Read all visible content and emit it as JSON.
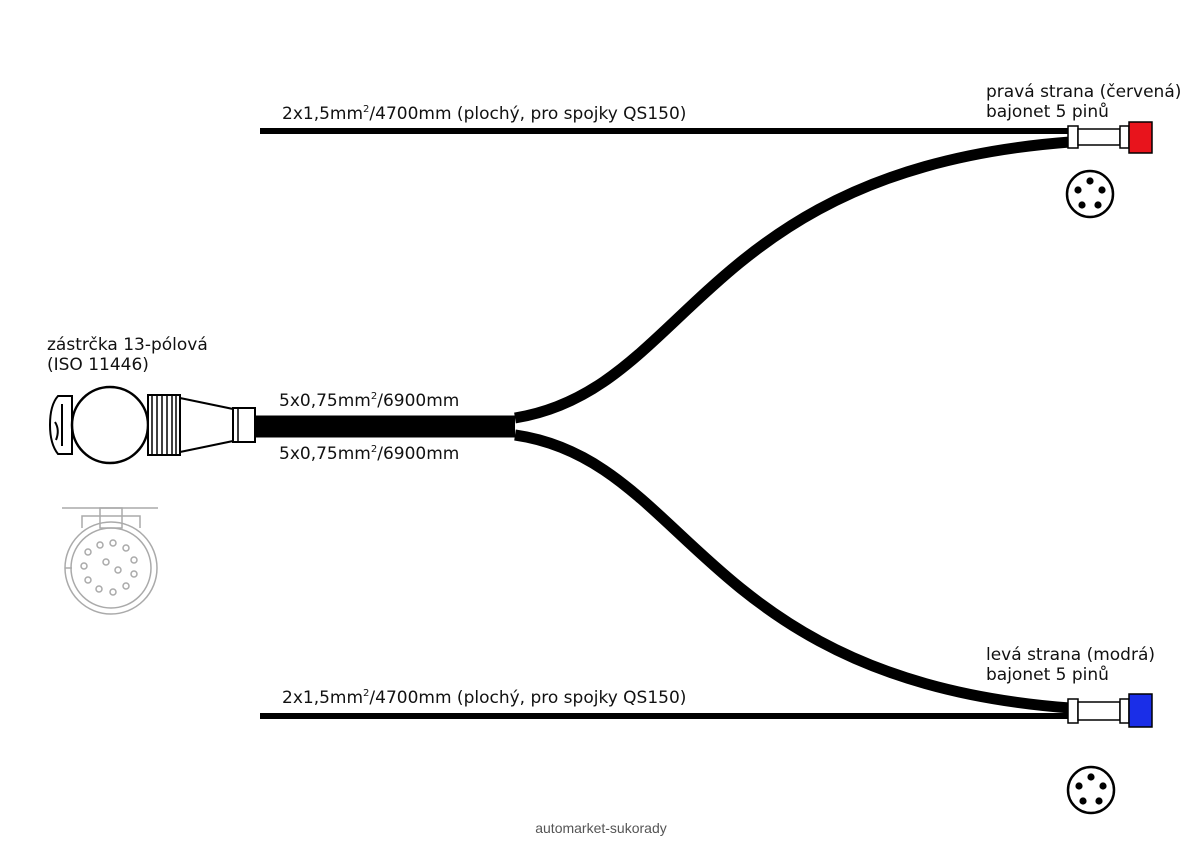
{
  "labels": {
    "cable_top": {
      "pre": "2x1,5mm",
      "sup": "2",
      "post": "/4700mm (plochý, pro spojky QS150)"
    },
    "cable_bottom": {
      "pre": "2x1,5mm",
      "sup": "2",
      "post": "/4700mm (plochý, pro spojky QS150)"
    },
    "trunk_upper": {
      "pre": "5x0,75mm",
      "sup": "2",
      "post": "/6900mm"
    },
    "trunk_lower": {
      "pre": "5x0,75mm",
      "sup": "2",
      "post": "/6900mm"
    },
    "plug_line1": "zástrčka 13-pólová",
    "plug_line2": "(ISO 11446)",
    "right_line1": "pravá  strana (červená)",
    "right_line2": "bajonet 5 pinů",
    "left_line1": "levá  strana (modrá)",
    "left_line2": "bajonet 5 pinů"
  },
  "colors": {
    "right_cap": "#e8141c",
    "left_cap": "#1a2ee8",
    "cable": "#000000"
  },
  "footer": "automarket-sukorady"
}
